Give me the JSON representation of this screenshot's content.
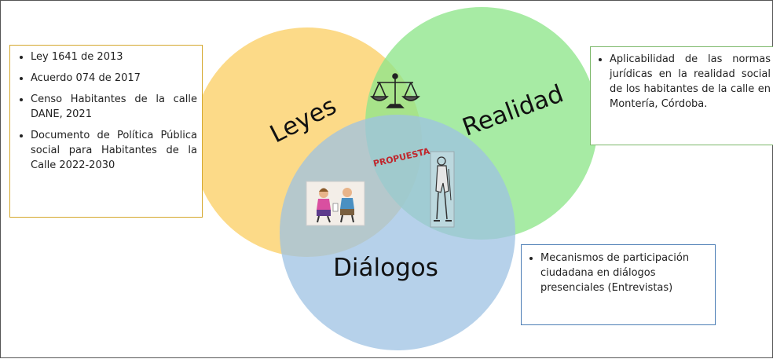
{
  "diagram": {
    "circles": {
      "leyes": {
        "label": "Leyes",
        "color": "#fbcf66"
      },
      "realidad": {
        "label": "Realidad",
        "color": "#8ee68a"
      },
      "dialogos": {
        "label": "Diálogos",
        "color": "#9ec2e3"
      }
    },
    "center_label": "PROPUESTA",
    "center_label_color": "#c0262c",
    "icons": {
      "scales": "scales-of-justice-icon",
      "conversation": "two-people-conversation-icon",
      "homeless": "homeless-person-icon"
    }
  },
  "boxes": {
    "laws": {
      "items": [
        "Ley 1641 de 2013",
        "Acuerdo 074 de 2017",
        "Censo Habitantes de la calle DANE, 2021",
        "Documento de Política Pública social para Habitantes de la Calle 2022-2030"
      ]
    },
    "reality": {
      "items": [
        "Aplicabilidad de las normas jurídicas en la realidad social de los habitantes de la calle en Montería, Córdoba."
      ]
    },
    "dialogues": {
      "items": [
        "Mecanismos de participación ciudadana en diálogos presenciales (Entrevistas)"
      ]
    }
  }
}
